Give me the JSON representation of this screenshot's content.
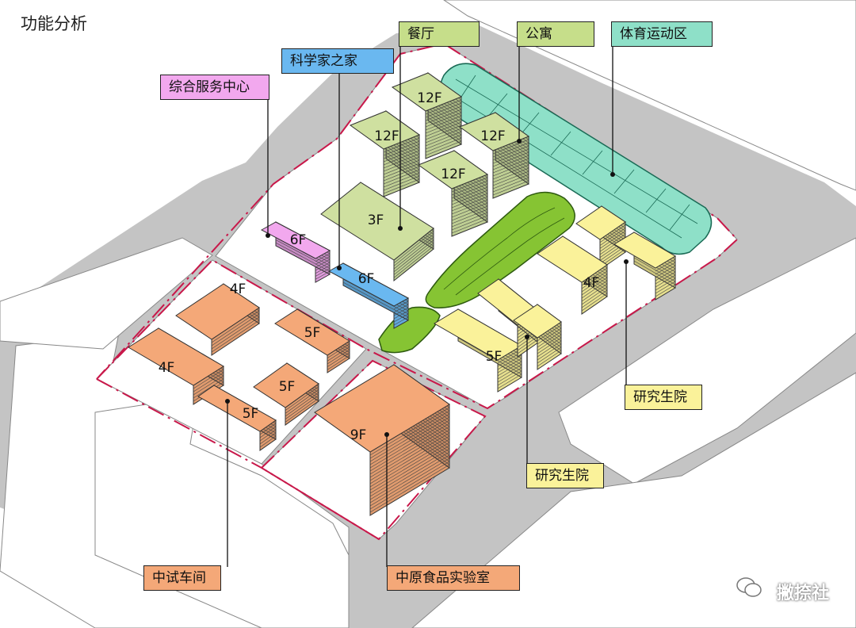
{
  "title": "功能分析",
  "labels": {
    "canteen": "餐厅",
    "apartment": "公寓",
    "sports": "体育运动区",
    "scientist_home": "科学家之家",
    "service_center": "综合服务中心",
    "research_institute_east": "研究生院",
    "research_institute_south": "研究生院",
    "test_workshop": "中试车间",
    "food_lab": "中原食品实验室"
  },
  "floors": {
    "tower_a": "12F",
    "tower_b": "12F",
    "tower_c": "12F",
    "tower_d": "12F",
    "canteen_block": "3F",
    "service_block": "6F",
    "scientist_block": "6F",
    "inst_east": "4F",
    "inst_south": "5F",
    "ws_n": "4F",
    "ws_w": "4F",
    "ws_e": "5F",
    "ws_se": "5F",
    "ws_s": "5F",
    "lab": "9F"
  },
  "colors": {
    "green_building": "#cfe0a0",
    "teal_sports": "#8ee0c8",
    "pink_building": "#f2a8ee",
    "blue_building": "#6ab8f0",
    "yellow_building": "#faf29a",
    "orange_building": "#f4a878",
    "park_green": "#86c433",
    "road": "#b0b0b0",
    "boundary": "#c8184a"
  },
  "watermark": "撇捺社"
}
